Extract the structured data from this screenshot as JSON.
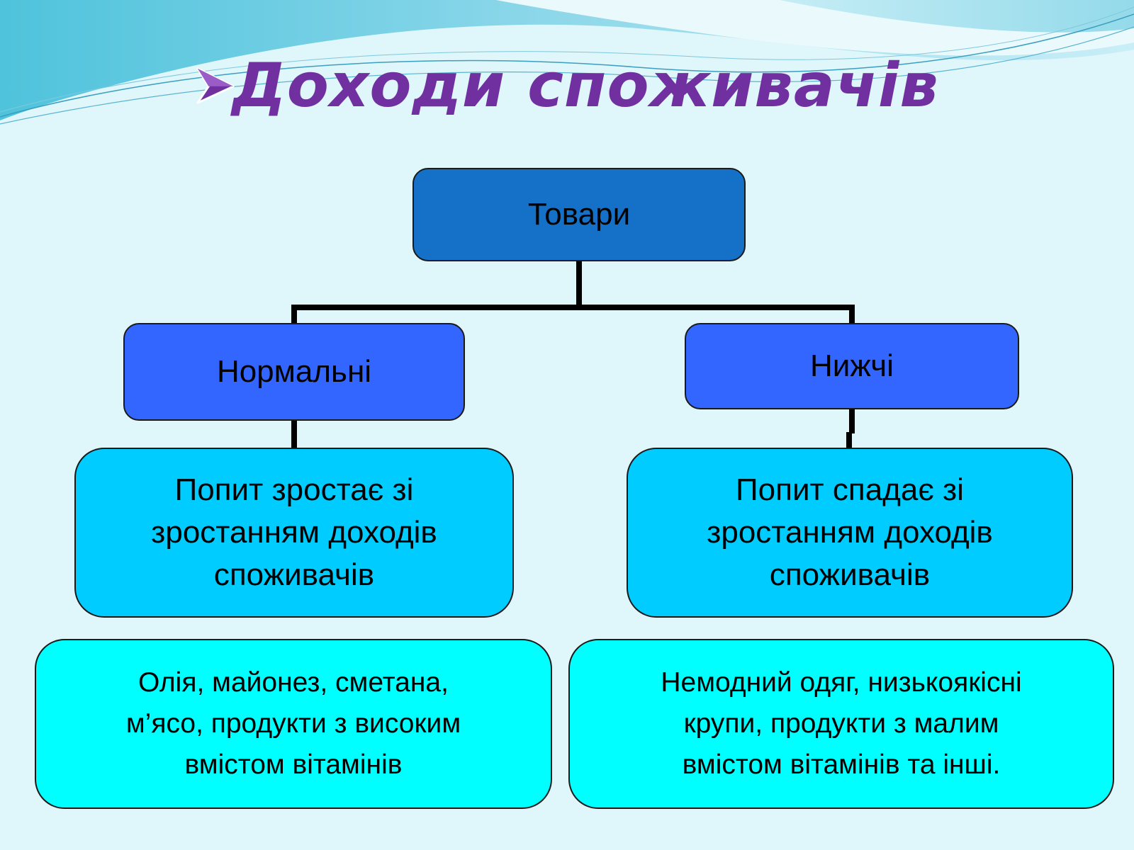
{
  "slide": {
    "title": "Доходи споживачів",
    "title_icon": "arrowhead-bullet-icon",
    "colors": {
      "title": "#7030a0",
      "root_box": "#1570c8",
      "category_box": "#3366ff",
      "demand_box": "#00ccff",
      "example_box": "#00ffff",
      "background": "#dff6fb"
    }
  },
  "diagram": {
    "root": "Товари",
    "normal": {
      "label": "Нормальні",
      "demand": "Попит зростає зі\nзростанням доходів\nспоживачів",
      "examples": "Олія, майонез, сметана,\nм’ясо, продукти з високим\nвмістом вітамінів"
    },
    "inferior": {
      "label": "Нижчі",
      "demand": "Попит спадає зі\nзростанням доходів\nспоживачів",
      "examples": "Немодний одяг, низькоякісні\nкрупи, продукти з малим\nвмістом вітамінів та інші."
    }
  }
}
